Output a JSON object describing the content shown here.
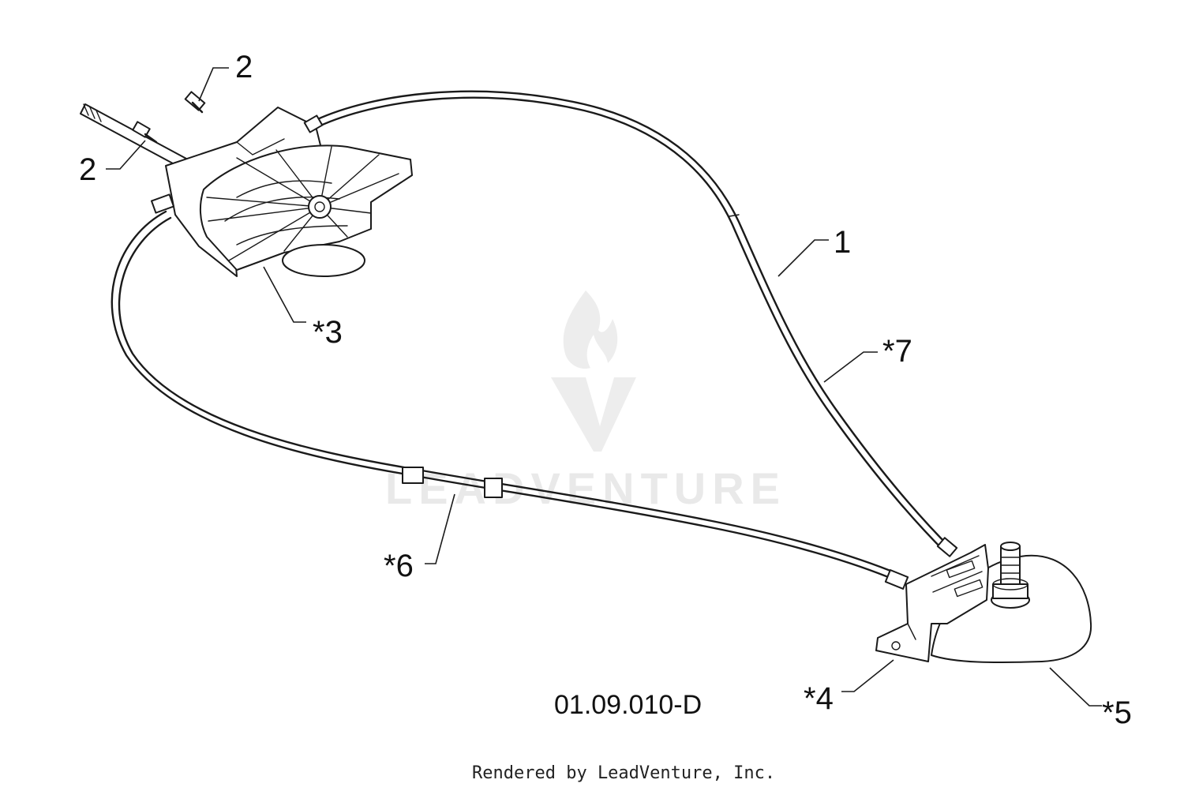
{
  "diagram": {
    "callouts": {
      "c2a": "2",
      "c2b": "2",
      "c1": "1",
      "c3": "*3",
      "c7": "*7",
      "c6": "*6",
      "c4": "*4",
      "c5": "*5"
    },
    "drawing_number": "01.09.010-D",
    "footer": "Rendered by LeadVenture, Inc.",
    "watermark": "LEADVENTURE"
  }
}
